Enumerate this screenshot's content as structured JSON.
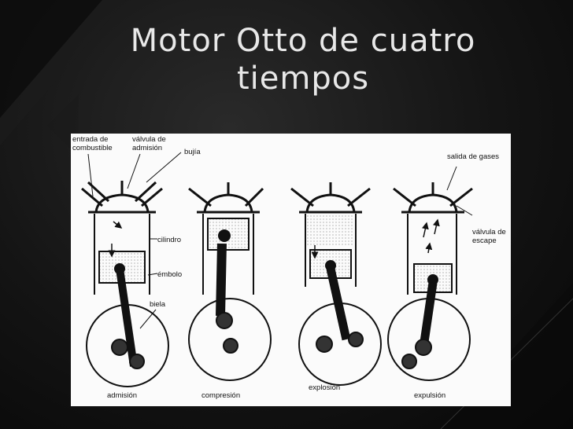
{
  "slide": {
    "title": "Motor Otto de cuatro tiempos"
  },
  "diagram": {
    "labels": {
      "entrada": [
        "entrada de",
        "combustible"
      ],
      "valvula_admision": [
        "válvula de",
        "admisión"
      ],
      "bujia": "bujía",
      "cilindro": "cilindro",
      "embolo": "émbolo",
      "biela": "biela",
      "salida_gases": "salida de gases",
      "valvula_escape": [
        "válvula de",
        "escape"
      ]
    },
    "stages": [
      "admisión",
      "compresión",
      "explosión",
      "expulsión"
    ]
  }
}
